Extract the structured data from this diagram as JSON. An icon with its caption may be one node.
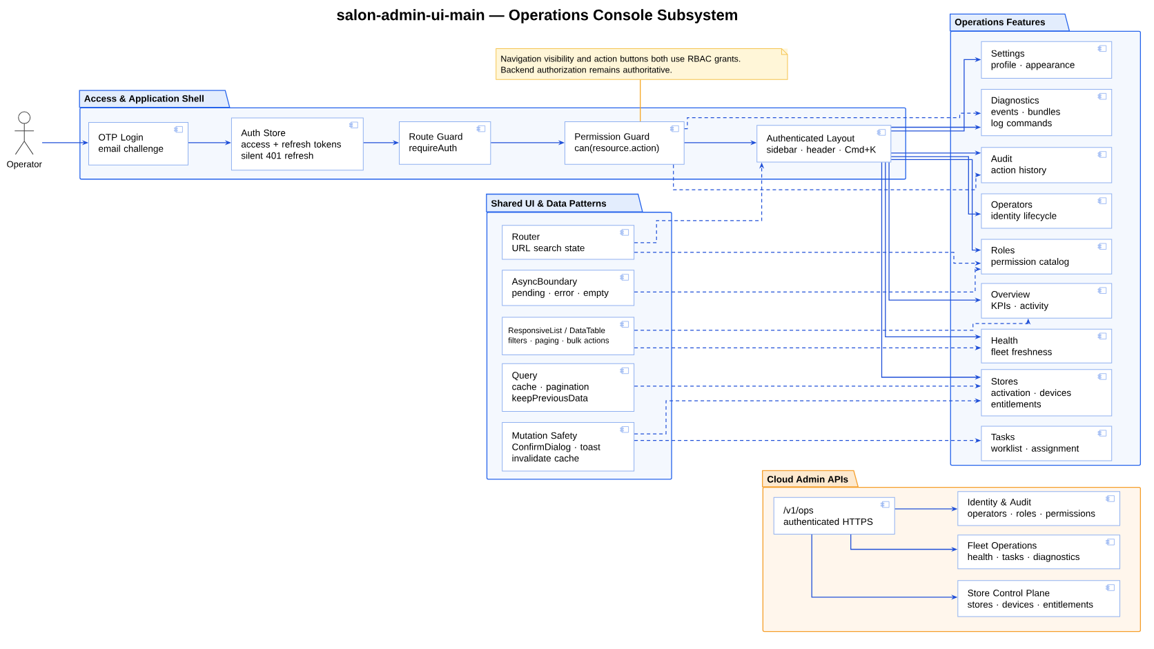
{
  "diagram": {
    "title": "salon-admin-ui-main — Operations Console Subsystem",
    "nodes": [
      {
        "text": [
          "Operator"
        ]
      },
      {
        "text": [
          "Access & Application Shell"
        ]
      },
      {
        "text": [
          "OTP Login",
          "email challenge"
        ],
        "in": 1
      },
      {
        "text": [
          "Auth Store",
          "access + refresh tokens",
          "silent 401 refresh"
        ],
        "in": 1
      },
      {
        "text": [
          "Route Guard",
          "requireAuth"
        ],
        "in": 1
      },
      {
        "text": [
          "Permission Guard",
          "can(resource.action)"
        ],
        "in": 1
      },
      {
        "text": [
          "Authenticated Layout",
          "sidebar · header · Cmd+K"
        ],
        "in": 1
      },
      {
        "text": [
          "Navigation visibility and action buttons both use RBAC grants.",
          "Backend authorization remains authoritative."
        ]
      },
      {
        "text": [
          "Shared UI & Data Patterns"
        ]
      },
      {
        "text": [
          "Router",
          "URL search state"
        ],
        "in": 8
      },
      {
        "text": [
          "AsyncBoundary",
          "pending · error · empty"
        ],
        "in": 8
      },
      {
        "text": [
          "ResponsiveList / DataTable",
          "filters · paging · bulk actions"
        ],
        "in": 8
      },
      {
        "text": [
          "Query",
          "cache · pagination",
          "keepPreviousData"
        ],
        "in": 8
      },
      {
        "text": [
          "Mutation Safety",
          "ConfirmDialog · toast",
          "invalidate cache"
        ],
        "in": 8
      },
      {
        "text": [
          "Operations Features"
        ]
      },
      {
        "text": [
          "Settings",
          "profile · appearance"
        ],
        "in": 14
      },
      {
        "text": [
          "Diagnostics",
          "events · bundles",
          "log commands"
        ],
        "in": 14
      },
      {
        "text": [
          "Audit",
          "action history"
        ],
        "in": 14
      },
      {
        "text": [
          "Operators",
          "identity lifecycle"
        ],
        "in": 14
      },
      {
        "text": [
          "Roles",
          "permission catalog"
        ],
        "in": 14
      },
      {
        "text": [
          "Overview",
          "KPIs · activity"
        ],
        "in": 14
      },
      {
        "text": [
          "Health",
          "fleet freshness"
        ],
        "in": 14
      },
      {
        "text": [
          "Stores",
          "activation · devices",
          "entitlements"
        ],
        "in": 14
      },
      {
        "text": [
          "Tasks",
          "worklist · assignment"
        ],
        "in": 14
      },
      {
        "text": [
          "Cloud Admin APIs"
        ]
      },
      {
        "text": [
          "/v1/ops",
          "authenticated HTTPS"
        ],
        "in": 24
      },
      {
        "text": [
          "Identity & Audit",
          "operators · roles · permissions"
        ],
        "in": 24
      },
      {
        "text": [
          "Fleet Operations",
          "health · tasks · diagnostics"
        ],
        "in": 24
      },
      {
        "text": [
          "Store Control Plane",
          "stores · devices · entitlements"
        ],
        "in": 24
      }
    ],
    "edges": [
      {
        "from": 0,
        "to": 2,
        "arrow": "to"
      },
      {
        "from": 2,
        "to": 3,
        "arrow": "to"
      },
      {
        "from": 3,
        "to": 4,
        "arrow": "to"
      },
      {
        "from": 4,
        "to": 5,
        "arrow": "to"
      },
      {
        "from": 5,
        "to": 6,
        "arrow": "to"
      },
      {
        "from": 7,
        "to": 5,
        "arrow": "none",
        "color": "#f5a623"
      },
      {
        "from": 6,
        "to": 15,
        "arrow": "to"
      },
      {
        "from": 6,
        "to": 16,
        "arrow": "to"
      },
      {
        "from": 6,
        "to": 17,
        "arrow": "to"
      },
      {
        "from": 6,
        "to": 18,
        "arrow": "to"
      },
      {
        "from": 6,
        "to": 19,
        "arrow": "to"
      },
      {
        "from": 6,
        "to": 20,
        "arrow": "to"
      },
      {
        "from": 6,
        "to": 21,
        "arrow": "to"
      },
      {
        "from": 6,
        "to": 22,
        "arrow": "to"
      },
      {
        "from": 5,
        "to": 16,
        "arrow": "to",
        "style": "dashed"
      },
      {
        "from": 5,
        "to": 17,
        "arrow": "to",
        "style": "dashed"
      },
      {
        "from": 9,
        "to": 6,
        "arrow": "to",
        "style": "dashed"
      },
      {
        "from": 9,
        "to": 19,
        "arrow": "to",
        "style": "dashed"
      },
      {
        "from": 10,
        "to": 19,
        "arrow": "to",
        "style": "dashed"
      },
      {
        "from": 11,
        "to": 20,
        "arrow": "to",
        "style": "dashed"
      },
      {
        "from": 11,
        "to": 21,
        "arrow": "to",
        "style": "dashed"
      },
      {
        "from": 12,
        "to": 22,
        "arrow": "to",
        "style": "dashed"
      },
      {
        "from": 13,
        "to": 22,
        "arrow": "to",
        "style": "dashed"
      },
      {
        "from": 13,
        "to": 23,
        "arrow": "to",
        "style": "dashed"
      },
      {
        "from": 25,
        "to": 26,
        "arrow": "to"
      },
      {
        "from": 25,
        "to": 27,
        "arrow": "to"
      },
      {
        "from": 25,
        "to": 28,
        "arrow": "to"
      }
    ]
  }
}
